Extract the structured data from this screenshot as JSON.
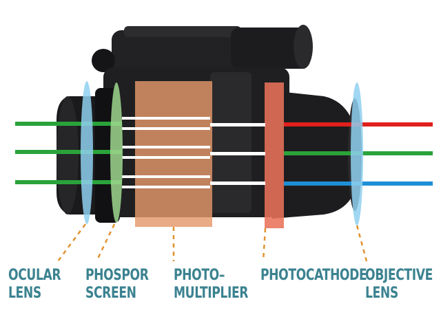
{
  "labels": {
    "ocular": {
      "line1": "OCULAR",
      "line2": "LENS"
    },
    "phosphor": {
      "line1": "PHOSPOR",
      "line2": "SCREEN"
    },
    "photomultiplier": {
      "line1": "PHOTO–",
      "line2": "MULTIPLIER"
    },
    "photocathode": {
      "line1": "PHOTOCATHODE"
    },
    "objective": {
      "line1": "OBJECTIVE",
      "line2": "LENS"
    }
  },
  "colors": {
    "label_text": "#3b8290",
    "leader_line": "#e0922f",
    "beam_green": "#2aa33a",
    "beam_red": "#e0201c",
    "beam_blue": "#1e8fd6",
    "beam_white": "#ffffff",
    "lens_blue": "#8fd0f0",
    "phosphor_green": "#9fd88f",
    "photomultiplier_overlay": "#e4996a",
    "photocathode_overlay": "#e8725a",
    "device_body": "#1f1f21"
  }
}
